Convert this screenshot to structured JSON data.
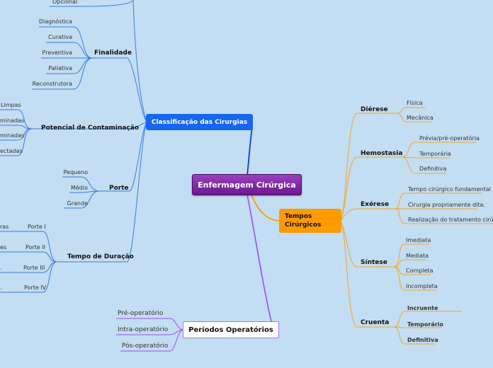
{
  "central": "Enfermagem Cirúrgica",
  "classificacao": {
    "title": "Classificação das Cirurgias",
    "top_item": "Opcional",
    "finalidade": {
      "label": "Finalidade",
      "items": [
        "Diagnóstica",
        "Curativa",
        "Preventiva",
        "Paliativa",
        "Reconstrutora"
      ]
    },
    "potencial": {
      "label": "Potencial de Contaminação",
      "items": [
        "Limpas",
        "minadas",
        "minadas",
        "ectadas"
      ]
    },
    "porte": {
      "label": "Porte",
      "items": [
        "Pequeno",
        "Médio",
        "Grande"
      ]
    },
    "duracao": {
      "label": "Tempo de Duração",
      "items": [
        "Porte I",
        "Porte II",
        "Porte III",
        "Porte IV"
      ],
      "cut_texts": [
        "ras",
        "es",
        ".",
        "."
      ]
    }
  },
  "tempos": {
    "title": "Tempos Cirúrgicos",
    "dierese": {
      "label": "Diérese",
      "items": [
        "Física",
        "Mecânica"
      ]
    },
    "hemostasia": {
      "label": "Hemostasia",
      "items": [
        "Prévia/pré-operatória",
        "Temporária",
        "Definitiva"
      ]
    },
    "exerese": {
      "label": "Exérese",
      "items": [
        "Tempo cirúrgico fundamental",
        "Cirurgia propriamente dita.",
        "Realização do tratamento cirúrgico"
      ]
    },
    "sintese": {
      "label": "Síntese",
      "items": [
        "Imediata",
        "Mediata",
        "Completa",
        "Incompleta"
      ]
    },
    "cruenta": {
      "label": "Cruenta",
      "items": [
        "Incruente",
        "Temporário",
        "Definitiva"
      ]
    }
  },
  "periodos": {
    "title": "Períodos Operatórios",
    "items": [
      "Pré-operatório",
      "Intra-operatório",
      "Pós-operatório"
    ]
  },
  "colors": {
    "background": "#c3ddf2",
    "central": "#7b2a9e",
    "blue_branch": "#1566f0",
    "orange_branch": "#ff9a00",
    "purple_branch": "#9c4cf0",
    "blue_line": "#3a7de0",
    "orange_line": "#f5a623"
  }
}
